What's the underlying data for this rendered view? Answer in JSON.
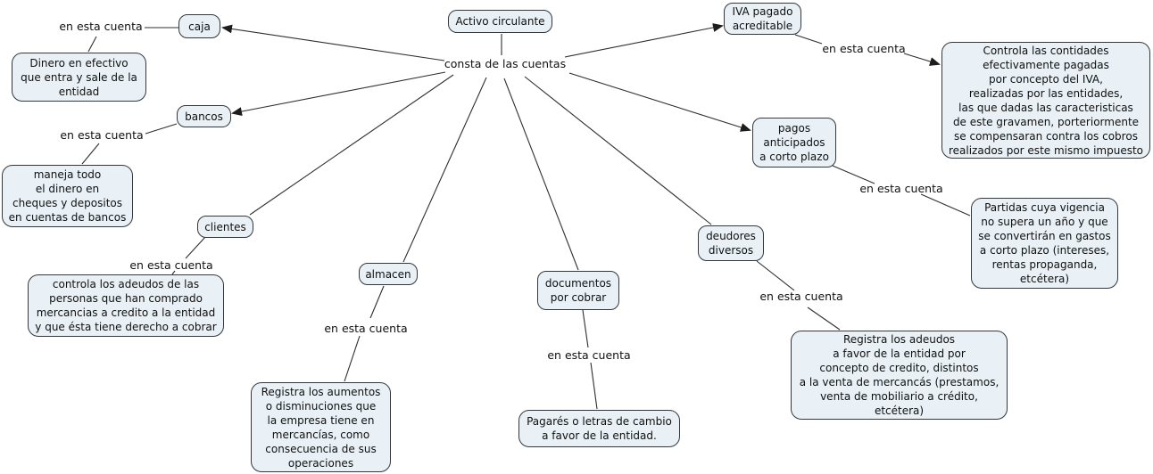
{
  "map": {
    "root": {
      "label": "Activo circulante"
    },
    "root_connector_label": "consta de las cuentas",
    "accounts": [
      {
        "id": "caja",
        "label": "caja",
        "link_label": "en esta cuenta",
        "description": "Dinero en efectivo\nque entra y sale de la\nentidad"
      },
      {
        "id": "bancos",
        "label": "bancos",
        "link_label": "en esta cuenta",
        "description": "maneja todo\nel dinero en\ncheques y depositos\nen cuentas de bancos"
      },
      {
        "id": "clientes",
        "label": "clientes",
        "link_label": "en esta cuenta",
        "description": "controla los adeudos de las\npersonas que han comprado\nmercancias a credito a la entidad\ny que ésta tiene derecho a cobrar"
      },
      {
        "id": "almacen",
        "label": "almacen",
        "link_label": "en esta cuenta",
        "description": "Registra los aumentos\no disminuciones que\nla empresa tiene en\nmercancías, como\nconsecuencia de sus\noperaciones"
      },
      {
        "id": "documentos-por-cobrar",
        "label": "documentos\npor cobrar",
        "link_label": "en esta cuenta",
        "description": "Pagarés o letras de cambio\na favor de la entidad."
      },
      {
        "id": "deudores-diversos",
        "label": "deudores\ndiversos",
        "link_label": "en esta cuenta",
        "description": "Registra los adeudos\na favor de la entidad por\nconcepto de credito, distintos\na la venta de mercancás (prestamos,\nventa de mobiliario a crédito,\netcétera)"
      },
      {
        "id": "pagos-anticipados-a-corto-plazo",
        "label": "pagos\nanticipados\na corto plazo",
        "link_label": "en esta cuenta",
        "description": "Partidas cuya vigencia\nno supera un año y que\nse convertirán en gastos\na corto plazo (intereses,\nrentas propaganda,\netcétera)"
      },
      {
        "id": "iva-pagado-acreditable",
        "label": "IVA pagado\nacreditable",
        "link_label": "en esta cuenta",
        "description": "Controla las contidades\nefectivamente pagadas\npor concepto del IVA,\nrealizadas por las entidades,\nlas que dadas las caracteristicas\nde este gravamen, porteriormente\nse compensaran contra los cobros\nrealizados por este mismo impuesto"
      }
    ],
    "colors": {
      "node_fill": "#e9f1f6",
      "node_border": "#33383d",
      "line": "#2f2f2f"
    }
  }
}
